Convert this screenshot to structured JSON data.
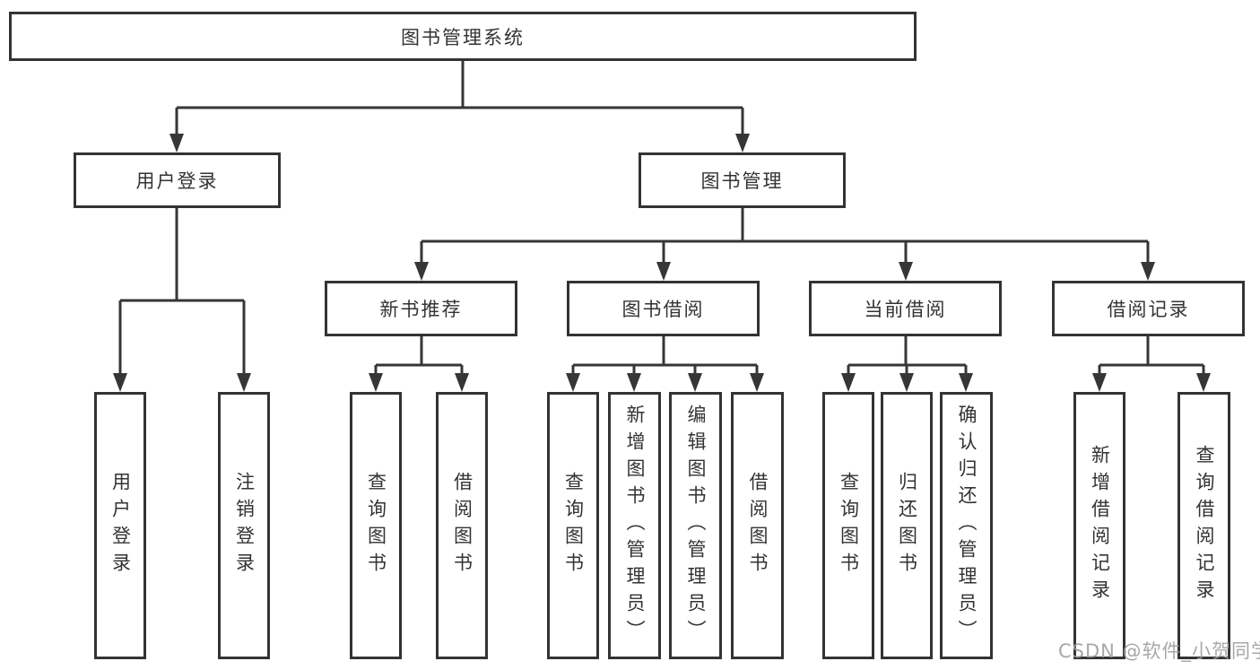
{
  "diagram": {
    "root": "图书管理系统",
    "level2": [
      "用户登录",
      "图书管理"
    ],
    "level3": [
      "新书推荐",
      "图书借阅",
      "当前借阅",
      "借阅记录"
    ],
    "leaves": {
      "user_login": [
        "用户登录",
        "注销登录"
      ],
      "new_book_recommend": [
        "查询图书",
        "借阅图书"
      ],
      "book_borrow": [
        "查询图书",
        "新增图书（管理员）",
        "编辑图书（管理员）",
        "借阅图书"
      ],
      "current_borrow": [
        "查询图书",
        "归还图书",
        "确认归还（管理员）"
      ],
      "borrow_record": [
        "新增借阅记录",
        "查询借阅记录"
      ]
    },
    "watermark": "CSDN @软件_小贺同学"
  }
}
